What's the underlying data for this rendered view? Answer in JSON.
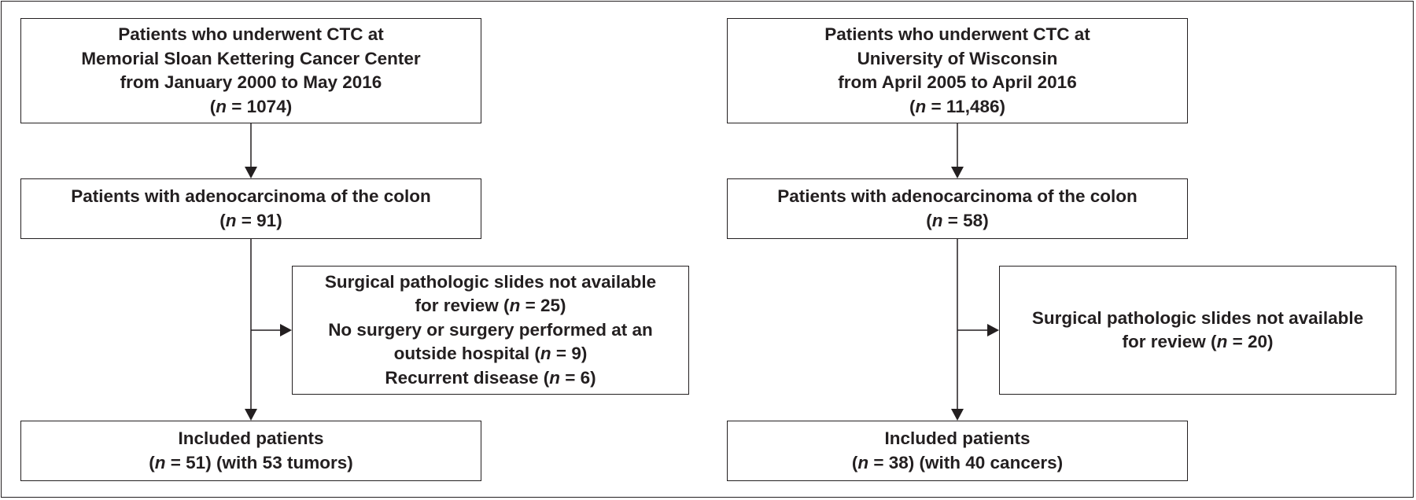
{
  "left": {
    "source": {
      "lines": [
        "Patients who underwent CTC at",
        "Memorial Sloan Kettering Cancer Center",
        "from January 2000 to May 2016"
      ],
      "n_pre": "(",
      "n_var": "n",
      "n_post": " = 1074)"
    },
    "adeno": {
      "lines": [
        "Patients with adenocarcinoma of the colon"
      ],
      "n_pre": "(",
      "n_var": "n",
      "n_post": " = 91)"
    },
    "excluded": {
      "l1": "Surgical pathologic slides not available",
      "l2_pre": "for review (",
      "l2_var": "n",
      "l2_post": " = 25)",
      "l3": "No surgery or surgery performed at an",
      "l4_pre": "outside hospital (",
      "l4_var": "n",
      "l4_post": " = 9)",
      "l5_pre": "Recurrent disease (",
      "l5_var": "n",
      "l5_post": " = 6)"
    },
    "included": {
      "lines": [
        "Included patients"
      ],
      "n_pre": "(",
      "n_var": "n",
      "n_post": " = 51) (with 53 tumors)"
    }
  },
  "right": {
    "source": {
      "lines": [
        "Patients who underwent CTC at",
        "University of Wisconsin",
        "from April 2005 to April 2016"
      ],
      "n_pre": "(",
      "n_var": "n",
      "n_post": " = 11,486)"
    },
    "adeno": {
      "lines": [
        "Patients with adenocarcinoma of the colon"
      ],
      "n_pre": "(",
      "n_var": "n",
      "n_post": " = 58)"
    },
    "excluded": {
      "l1": "Surgical pathologic slides not available",
      "l2_pre": "for review (",
      "l2_var": "n",
      "l2_post": " = 20)"
    },
    "included": {
      "lines": [
        "Included patients"
      ],
      "n_pre": "(",
      "n_var": "n",
      "n_post": " = 38) (with 40 cancers)"
    }
  },
  "colors": {
    "line": "#231f20",
    "background": "#ffffff"
  }
}
